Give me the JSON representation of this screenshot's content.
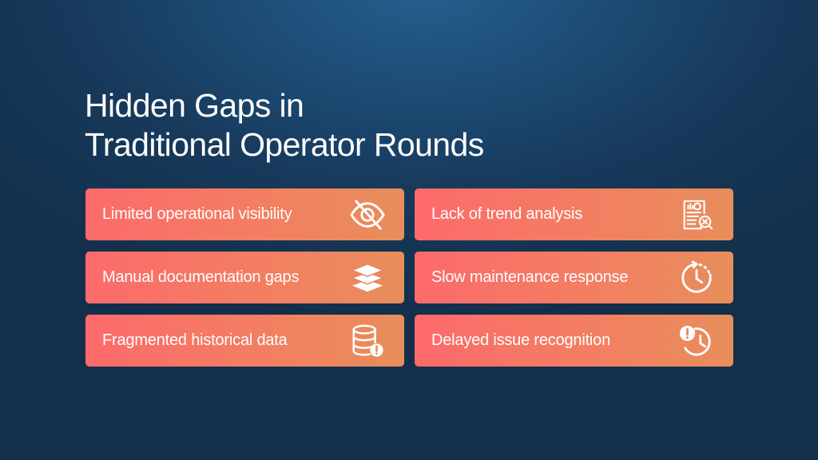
{
  "title": {
    "line1": "Hidden Gaps in",
    "line2": "Traditional Operator Rounds"
  },
  "cards": [
    {
      "label": "Limited operational visibility",
      "icon": "eye-slash-icon"
    },
    {
      "label": "Lack of trend analysis",
      "icon": "report-search-icon"
    },
    {
      "label": "Manual documentation gaps",
      "icon": "layers-icon"
    },
    {
      "label": "Slow maintenance response",
      "icon": "clock-history-icon"
    },
    {
      "label": "Fragmented historical data",
      "icon": "database-alert-icon"
    },
    {
      "label": "Delayed issue recognition",
      "icon": "clock-alert-icon"
    }
  ],
  "colors": {
    "card_gradient_start": "#fc6a6b",
    "card_gradient_end": "#e78e5a",
    "background_dark": "#132f4b",
    "background_glow": "#25608f",
    "text": "#ffffff"
  }
}
